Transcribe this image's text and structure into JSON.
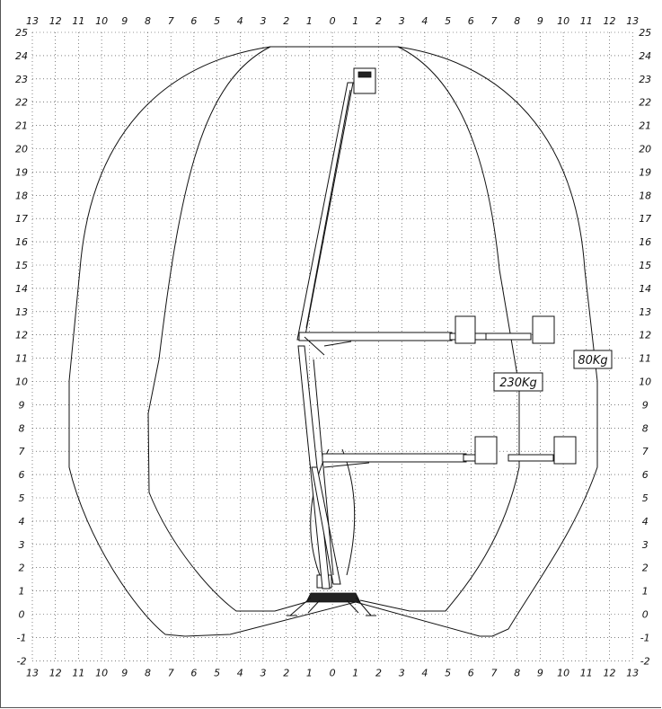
{
  "chart": {
    "x_tick_labels": [
      "13",
      "12",
      "11",
      "10",
      "9",
      "8",
      "7",
      "6",
      "5",
      "4",
      "3",
      "2",
      "1",
      "0",
      "1",
      "2",
      "3",
      "4",
      "5",
      "6",
      "7",
      "8",
      "9",
      "10",
      "11",
      "12",
      "13"
    ],
    "y_tick_labels": [
      "25",
      "24",
      "23",
      "22",
      "21",
      "20",
      "19",
      "18",
      "17",
      "16",
      "15",
      "14",
      "13",
      "12",
      "11",
      "10",
      "9",
      "8",
      "7",
      "6",
      "5",
      "4",
      "3",
      "2",
      "1",
      "0",
      "-1",
      "-2"
    ]
  },
  "labels": {
    "load_low": "80Kg",
    "load_high": "230Kg"
  }
}
